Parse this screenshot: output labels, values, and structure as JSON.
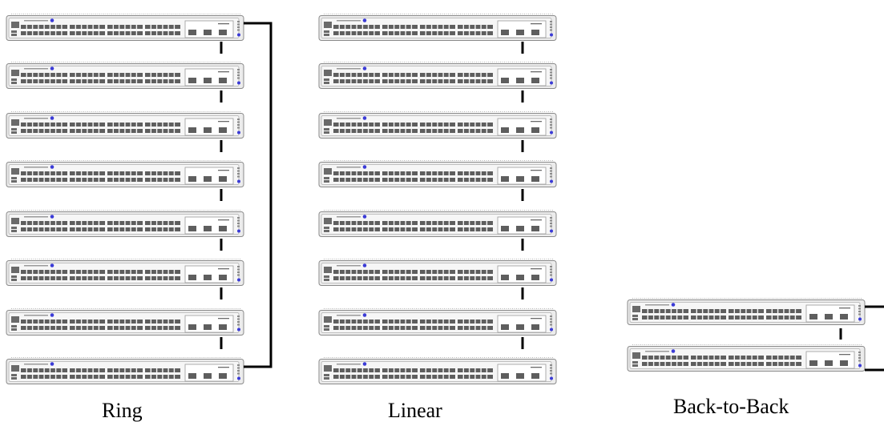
{
  "topologies": [
    {
      "id": "ring",
      "label": "Ring",
      "switch_count": 8,
      "connection": "ring"
    },
    {
      "id": "linear",
      "label": "Linear",
      "switch_count": 8,
      "connection": "chain"
    },
    {
      "id": "back-to-back",
      "label": "Back-to-Back",
      "switch_count": 2,
      "connection": "back-to-back"
    }
  ],
  "colors": {
    "switch_body": "#ececec",
    "switch_outline": "#8a8a8a",
    "port": "#5e5e5e",
    "status_led": "#3b3bd6",
    "cable": "#000000"
  },
  "icons": {
    "switch": "network-switch-icon"
  }
}
